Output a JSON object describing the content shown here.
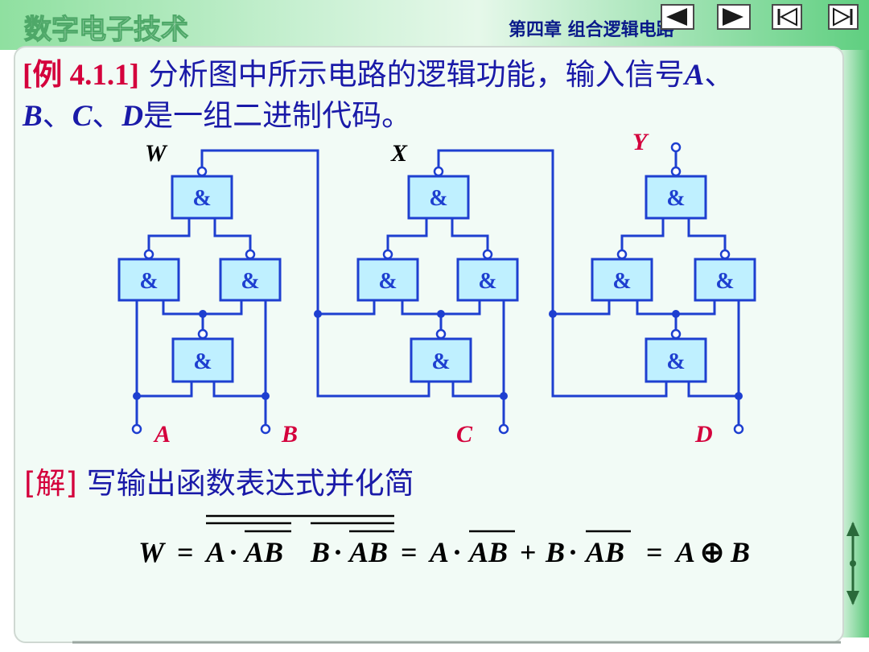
{
  "header": {
    "course_title": "数字电子技术",
    "chapter": "第四章   组合逻辑电路",
    "nav": {
      "prev_icon": "triangle-left-icon",
      "next_icon": "triangle-right-icon",
      "first_icon": "skip-first-icon",
      "last_icon": "skip-last-icon"
    }
  },
  "problem": {
    "example_tag": "[例 4.1.1]",
    "text_1": "分析图中所示电路的逻辑功能，输入信号",
    "var_a": "A",
    "sep_1": "、",
    "var_b": "B",
    "sep_2": "、",
    "var_c": "C",
    "sep_3": "、",
    "var_d": "D",
    "text_2": "是一组二进制代码。"
  },
  "circuit": {
    "gate_symbol": "&",
    "outputs": {
      "w": "W",
      "x": "X",
      "y": "Y"
    },
    "inputs": {
      "a": "A",
      "b": "B",
      "c": "C",
      "d": "D"
    }
  },
  "solution": {
    "tag": "[解]",
    "text": "写输出函数表达式并化简",
    "formula": {
      "lhs": "W",
      "eq": "=",
      "term1_a": "A",
      "dot": "·",
      "ab": "AB",
      "term2_b": "B",
      "plus": "+",
      "xor_a": "A",
      "xor_sym": "⊕",
      "xor_b": "B"
    }
  },
  "colors": {
    "wire": "#1e3fd0",
    "gate_fill": "#bff0ff",
    "gate_border": "#1e3fd0",
    "title_text": "#1a1aa8",
    "accent_red": "#d4003c",
    "header_green": "#6fd38a",
    "chapter_text": "#0a1a8a"
  }
}
